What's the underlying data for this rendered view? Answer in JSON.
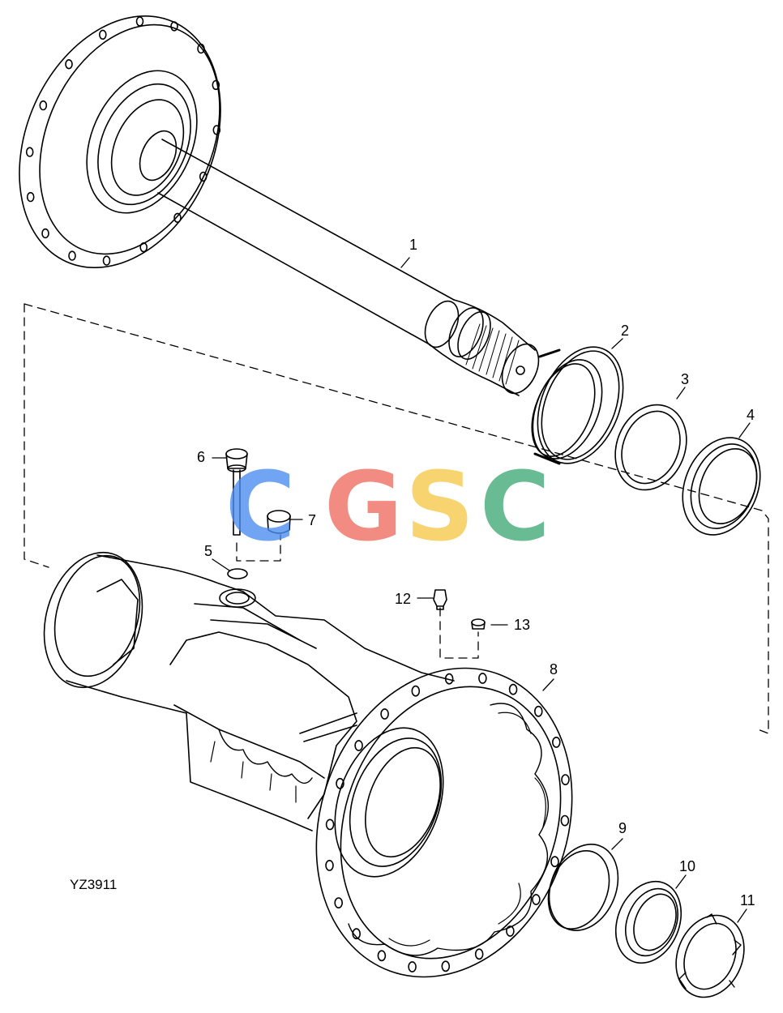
{
  "diagram": {
    "image_code": "YZ3911",
    "watermark": {
      "letters": [
        "C",
        "G",
        "S",
        "C"
      ],
      "colors": [
        "#4a8cf0",
        "#ef6b5e",
        "#f7c948",
        "#3fa877"
      ]
    },
    "callouts": [
      "1",
      "2",
      "3",
      "4",
      "5",
      "6",
      "7",
      "8",
      "9",
      "10",
      "11",
      "12",
      "13"
    ]
  }
}
